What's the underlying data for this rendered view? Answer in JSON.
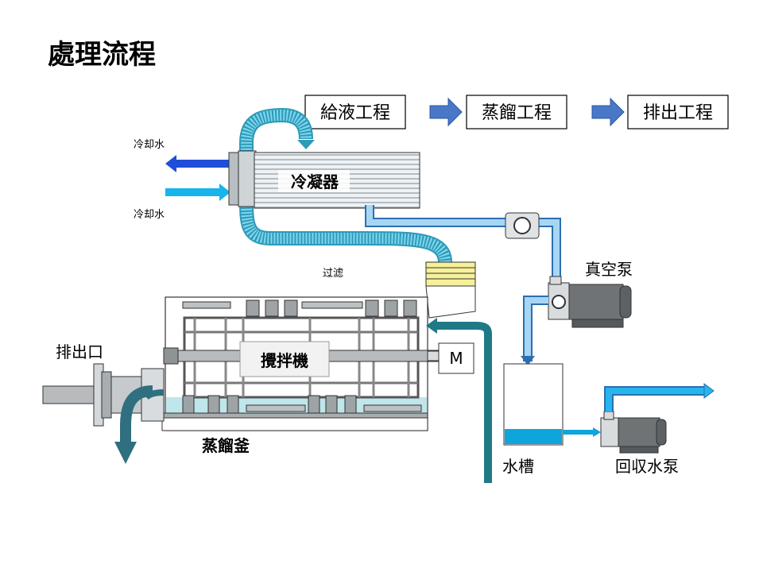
{
  "title": "處理流程",
  "process_steps": [
    "給液工程",
    "蒸餾工程",
    "排出工程"
  ],
  "labels": {
    "cooling_water_out": "冷却水",
    "cooling_water_in": "冷却水",
    "condenser": "冷凝器",
    "filter": "过滤",
    "vacuum_pump": "真空泵",
    "discharge_port": "排出口",
    "agitator": "攪拌機",
    "motor": "M",
    "still": "蒸餾釜",
    "water_tank": "水槽",
    "recovery_pump": "回収水泵"
  },
  "colors": {
    "cooling_out": "#1f4fd8",
    "cooling_in": "#18b4ec",
    "vapor": "#5ec9e6",
    "liquid": "#0ea5dc",
    "feed_pipe": "#1f7a86",
    "discharge_arrow": "#2f6f80",
    "step_arrow": "#4a78c8"
  }
}
